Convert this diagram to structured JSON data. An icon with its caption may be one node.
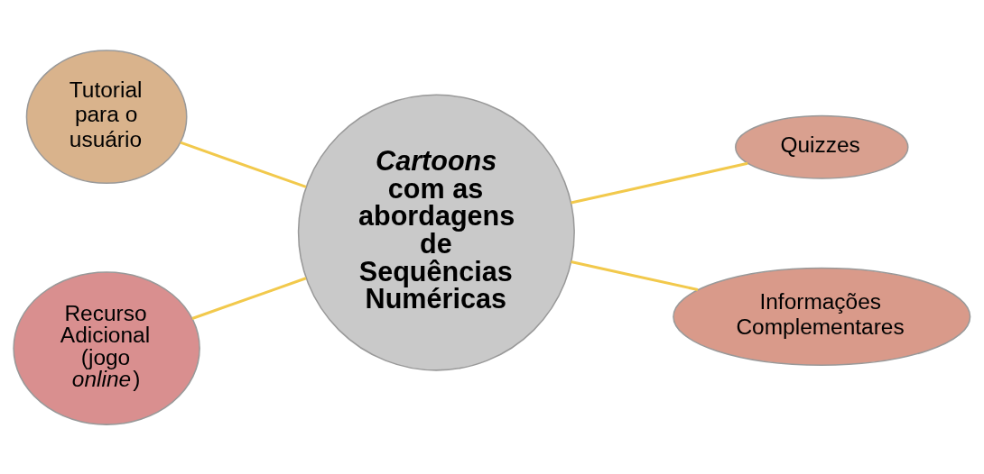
{
  "diagram": {
    "nodes": [
      {
        "text": [
          "Tutorial para o usuário"
        ]
      },
      {
        "text": [
          "Quizzes"
        ]
      },
      {
        "text": [
          "*Cartoons* com as abordagens de Sequências Numéricas"
        ]
      },
      {
        "text": [
          "Recurso Adicional (jogo *online*)"
        ]
      },
      {
        "text": [
          "Informações Complementares"
        ]
      }
    ],
    "edges": [
      {
        "from": 0,
        "to": 2,
        "arrow": "none"
      },
      {
        "from": 2,
        "to": 1,
        "arrow": "none"
      },
      {
        "from": 3,
        "to": 2,
        "arrow": "none"
      },
      {
        "from": 2,
        "to": 4,
        "arrow": "none"
      }
    ]
  }
}
